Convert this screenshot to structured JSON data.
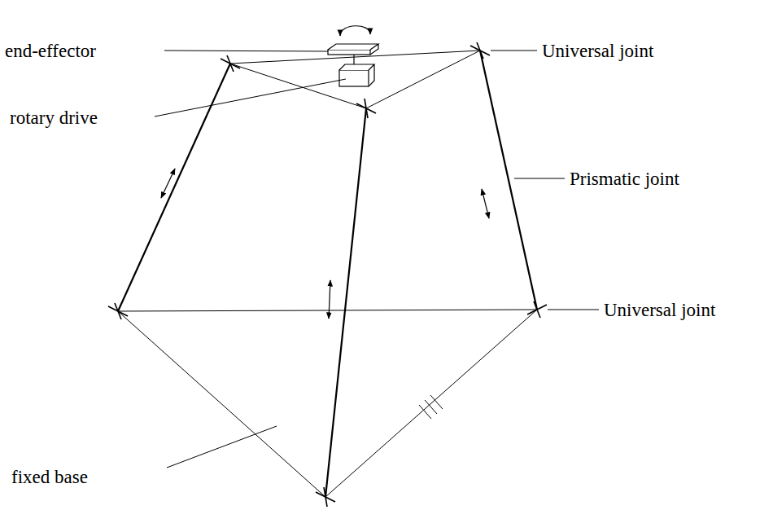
{
  "diagram": {
    "labels": [
      "end-effector",
      "rotary drive",
      "fixed base",
      "Universal joint",
      "Prismatic joint",
      "Universal joint"
    ]
  }
}
